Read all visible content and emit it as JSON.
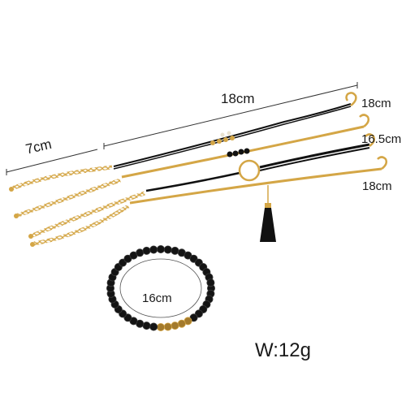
{
  "dimensions": {
    "top_length": "18cm",
    "extender_length": "7cm",
    "bracelet_lengths": [
      "18cm",
      "16.5cm",
      "18cm"
    ],
    "anklet_length": "16cm"
  },
  "weight": "W:12g",
  "colors": {
    "gold": "#d4a646",
    "black": "#111111",
    "measure_line": "#333333",
    "background": "#ffffff"
  },
  "icons": [
    "bracelet-set-illustration",
    "tassel-icon",
    "crystal-beaded-anklet"
  ]
}
